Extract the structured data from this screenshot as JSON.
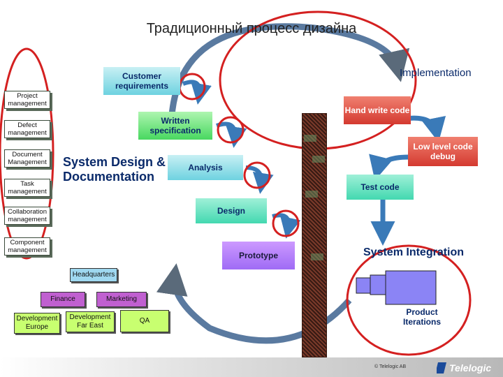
{
  "title": "Традиционный процесс дизайна",
  "implementation": "Implementation",
  "side_items": [
    "Project management",
    "Defect management",
    "Document Management",
    "Task management",
    "Collaboration management",
    "Component management"
  ],
  "system_design": "System Design & Documentation",
  "waterfall": {
    "customer": "Customer requirements",
    "written": "Written specification",
    "analysis": "Analysis",
    "design": "Design",
    "prototype": "Prototype"
  },
  "right_flow": {
    "hand_write": "Hand write code",
    "low_level": "Low level code debug",
    "test": "Test code",
    "system_integration": "System Integration",
    "product_iterations": "Product Iterations"
  },
  "org": {
    "headquarters": "Headquarters",
    "finance": "Finance",
    "marketing": "Marketing",
    "dev_europe": "Development Europe",
    "dev_fareast": "Development Far East",
    "qa": "QA"
  },
  "footer": {
    "copyright": "© Telelogic AB",
    "logo": "Telelogic"
  },
  "colors": {
    "ellipse": "#d42020",
    "arrow": "#3a7ab8",
    "cyan_box": "#6ed2e0",
    "green_box": "#48d860",
    "red_box": "#d43a30",
    "violet_box": "#9f6bf5"
  }
}
